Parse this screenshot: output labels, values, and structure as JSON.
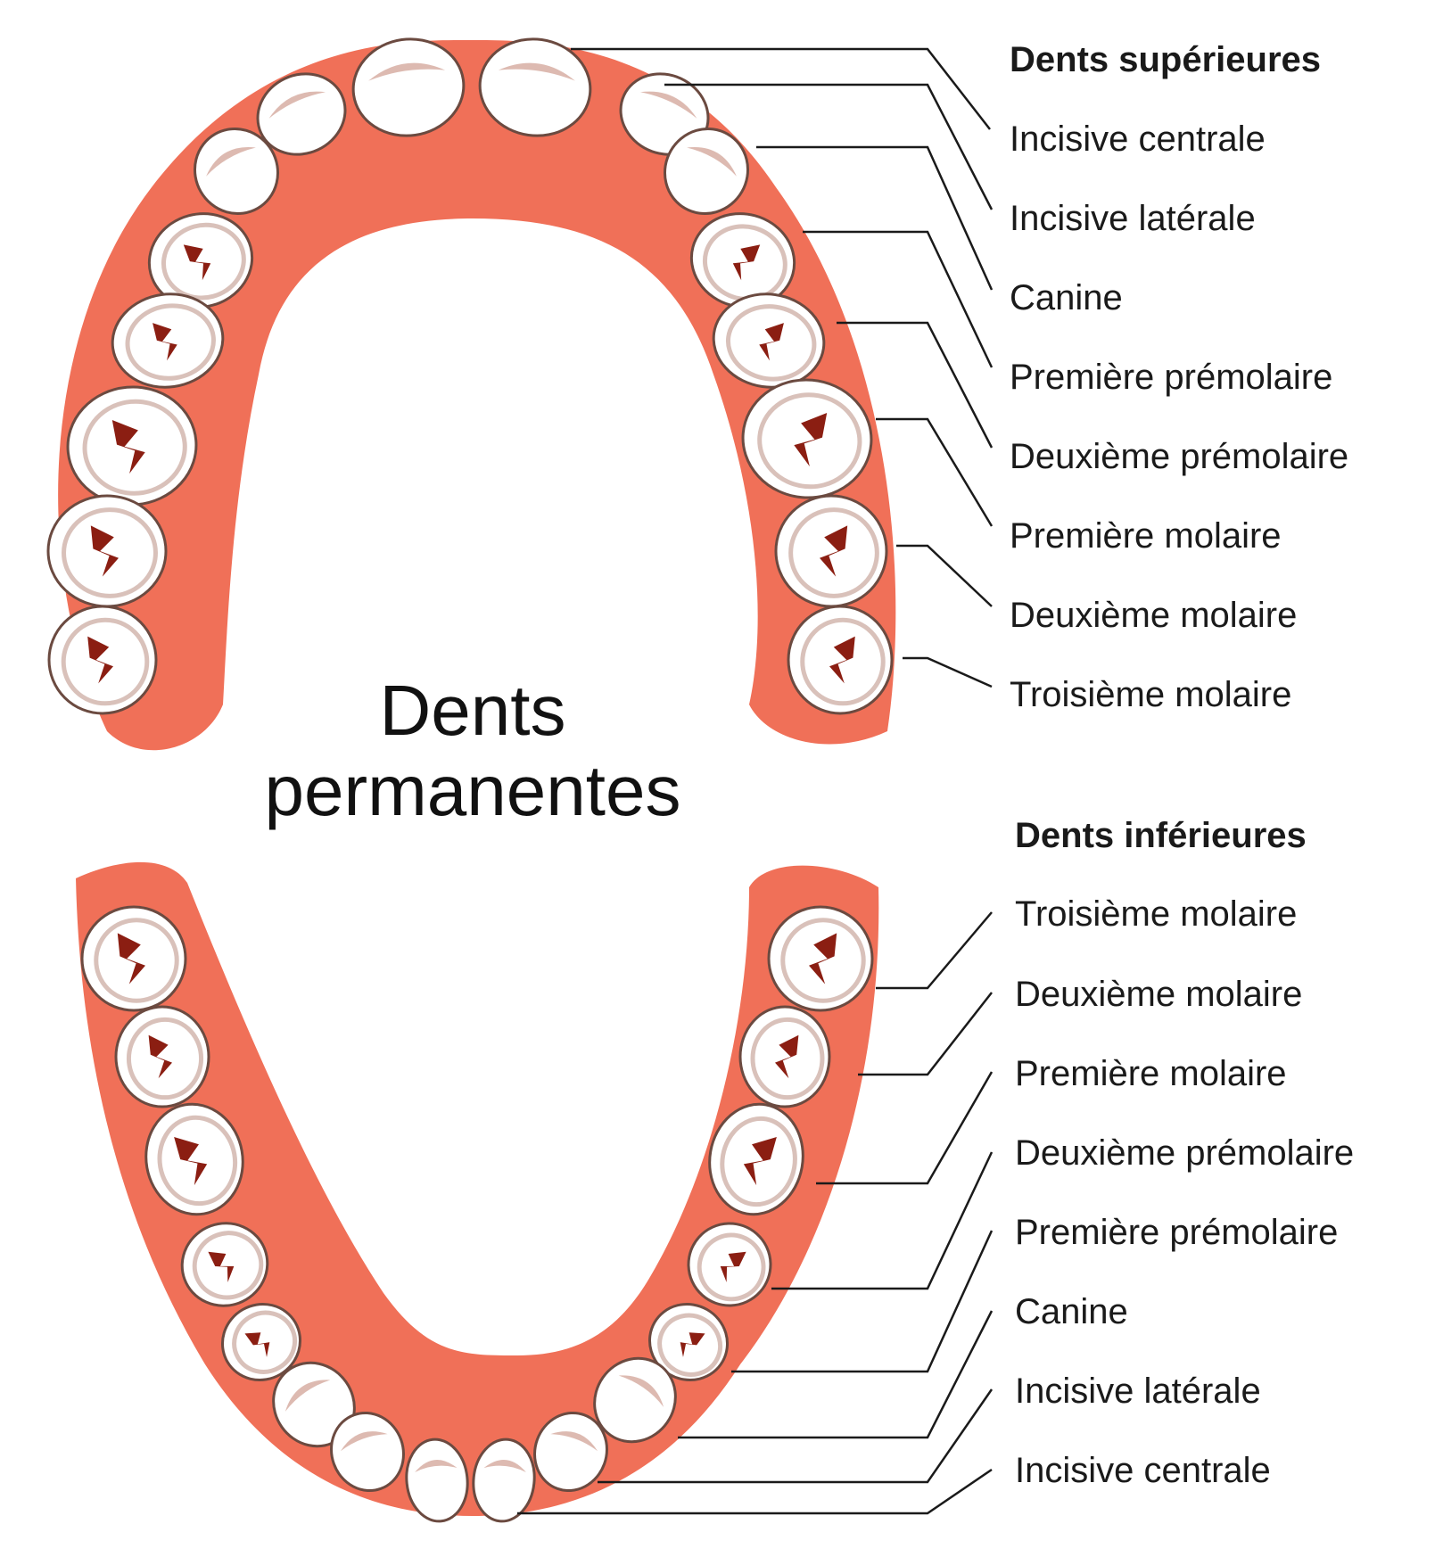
{
  "title_line1": "Dents",
  "title_line2": "permanentes",
  "upper": {
    "heading": "Dents supérieures",
    "labels": [
      "Incisive centrale",
      "Incisive latérale",
      "Canine",
      "Première prémolaire",
      "Deuxième prémolaire",
      "Première molaire",
      "Deuxième molaire",
      "Troisième molaire"
    ]
  },
  "lower": {
    "heading": "Dents inférieures",
    "labels": [
      "Troisième molaire",
      "Deuxième molaire",
      "Première molaire",
      "Deuxième prémolaire",
      "Première prémolaire",
      "Canine",
      "Incisive latérale",
      "Incisive centrale"
    ]
  },
  "colors": {
    "gum": "#f07058",
    "tooth": "#ffffff",
    "tooth_outline": "#6b4a40",
    "fissure": "#8b1e12",
    "line": "#1a1a1a"
  }
}
